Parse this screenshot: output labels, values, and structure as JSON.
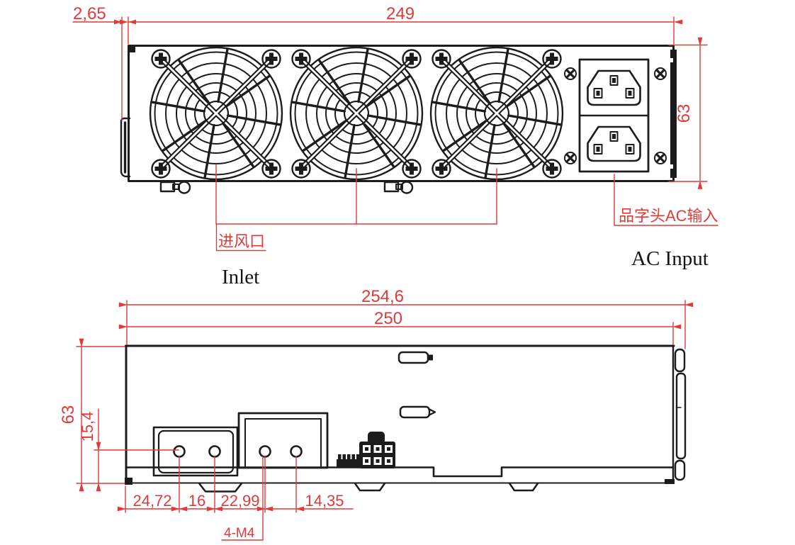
{
  "drawing": {
    "top_view": {
      "dim_offset": "2,65",
      "dim_width": "249",
      "dim_height": "63",
      "inlet_label_cn": "进风口",
      "inlet_label_en": "Inlet",
      "ac_label_cn": "品字头AC输入",
      "ac_label_en": "AC Input"
    },
    "bottom_view": {
      "dim_overall_width": "254,6",
      "dim_body_width": "250",
      "dim_height": "63",
      "dim_hole_offset_y": "15,4",
      "dim_hole_1": "24,72",
      "dim_hole_2": "16",
      "dim_hole_3": "22,99",
      "dim_hole_4": "14,35",
      "thread_label": "4-M4"
    },
    "colors": {
      "dimension_red": "#e03a3a",
      "line_black": "#1c1c1c",
      "background": "#ffffff"
    }
  }
}
